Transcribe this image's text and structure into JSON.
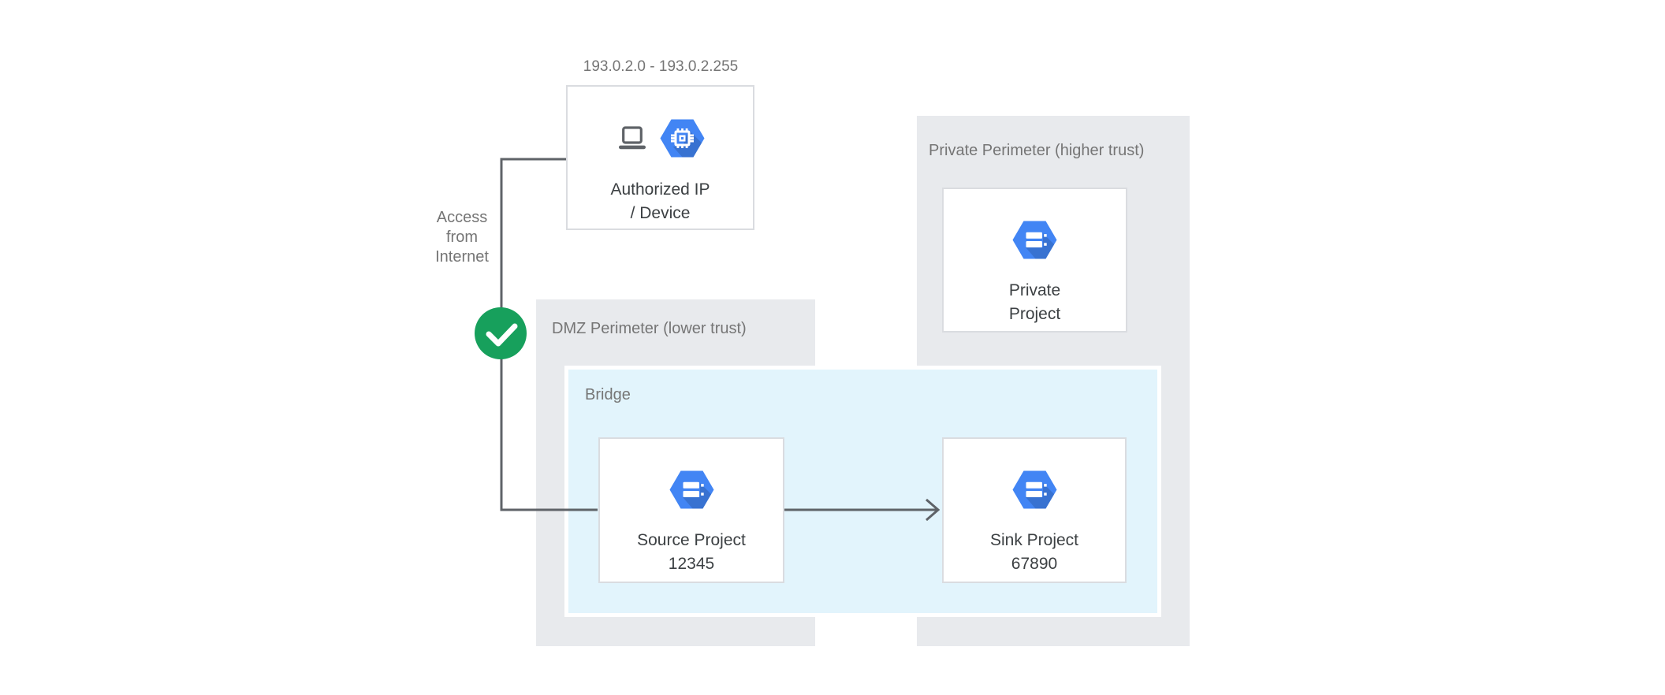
{
  "diagram": {
    "ip_range_label": "193.0.2.0 - 193.0.2.255",
    "access_note": {
      "lines": [
        "Access",
        "from",
        "Internet"
      ]
    },
    "authorized_node": {
      "lines": [
        "Authorized IP",
        "/ Device"
      ]
    },
    "dmz_perimeter": {
      "label": "DMZ Perimeter (lower trust)"
    },
    "private_perimeter": {
      "label": "Private Perimeter (higher trust)"
    },
    "bridge": {
      "label": "Bridge"
    },
    "source_node": {
      "lines": [
        "Source Project",
        "12345"
      ]
    },
    "sink_node": {
      "lines": [
        "Sink Project",
        "67890"
      ]
    },
    "private_node": {
      "lines": [
        "Private",
        "Project"
      ]
    },
    "icons": {
      "laptop": "laptop-icon",
      "compute": "compute-engine-hexagon-icon",
      "project": "project-hexagon-icon",
      "check": "check-circle-icon",
      "arrow": "flow-arrow-icon"
    }
  },
  "colors": {
    "canvas-bg": "#FFFFFF",
    "perimeter-bg": "#E8EAED",
    "bridge-bg": "#E2F4FC",
    "hex-blue": "#4285F4",
    "green": "#17A05C",
    "line": "#5F6368",
    "node-border": "#DADCE0",
    "label-gray": "#757575",
    "title-dark": "#3C4043"
  }
}
